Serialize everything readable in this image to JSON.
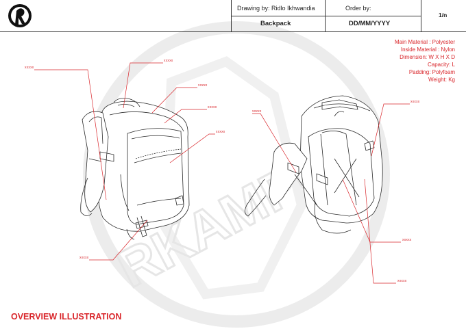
{
  "header": {
    "drawing_by": "Drawing by: Ridlo Ikhwandia",
    "order_by": "Order by:",
    "page": "1/n",
    "product": "Backpack",
    "date": "DD/MM/YYYY"
  },
  "specs": [
    "Main Material : Polyester",
    "Inside Material : Nylon",
    "Dimension: W X H X D",
    "Capacity: L",
    "Padding: Polyfoam",
    "Weight: Kg"
  ],
  "callouts": {
    "c1": "xxxxx",
    "c2": "xxxxx",
    "c3": "xxxxx",
    "c4": "xxxxx",
    "c5": "xxxxx",
    "c6": "xxxxx",
    "c7": "xxxxx",
    "c8": "xxxxx",
    "c9": "xxxxx",
    "c10": "xxxxx"
  },
  "watermark": {
    "text": "RKAMPUS"
  },
  "footer": {
    "title": "OVERVIEW ILLUSTRATION"
  },
  "colors": {
    "accent": "#d9262b",
    "line": "#333333",
    "watermark": "#e9e9e9"
  },
  "icons": {
    "logo": "rider-logo-icon"
  }
}
